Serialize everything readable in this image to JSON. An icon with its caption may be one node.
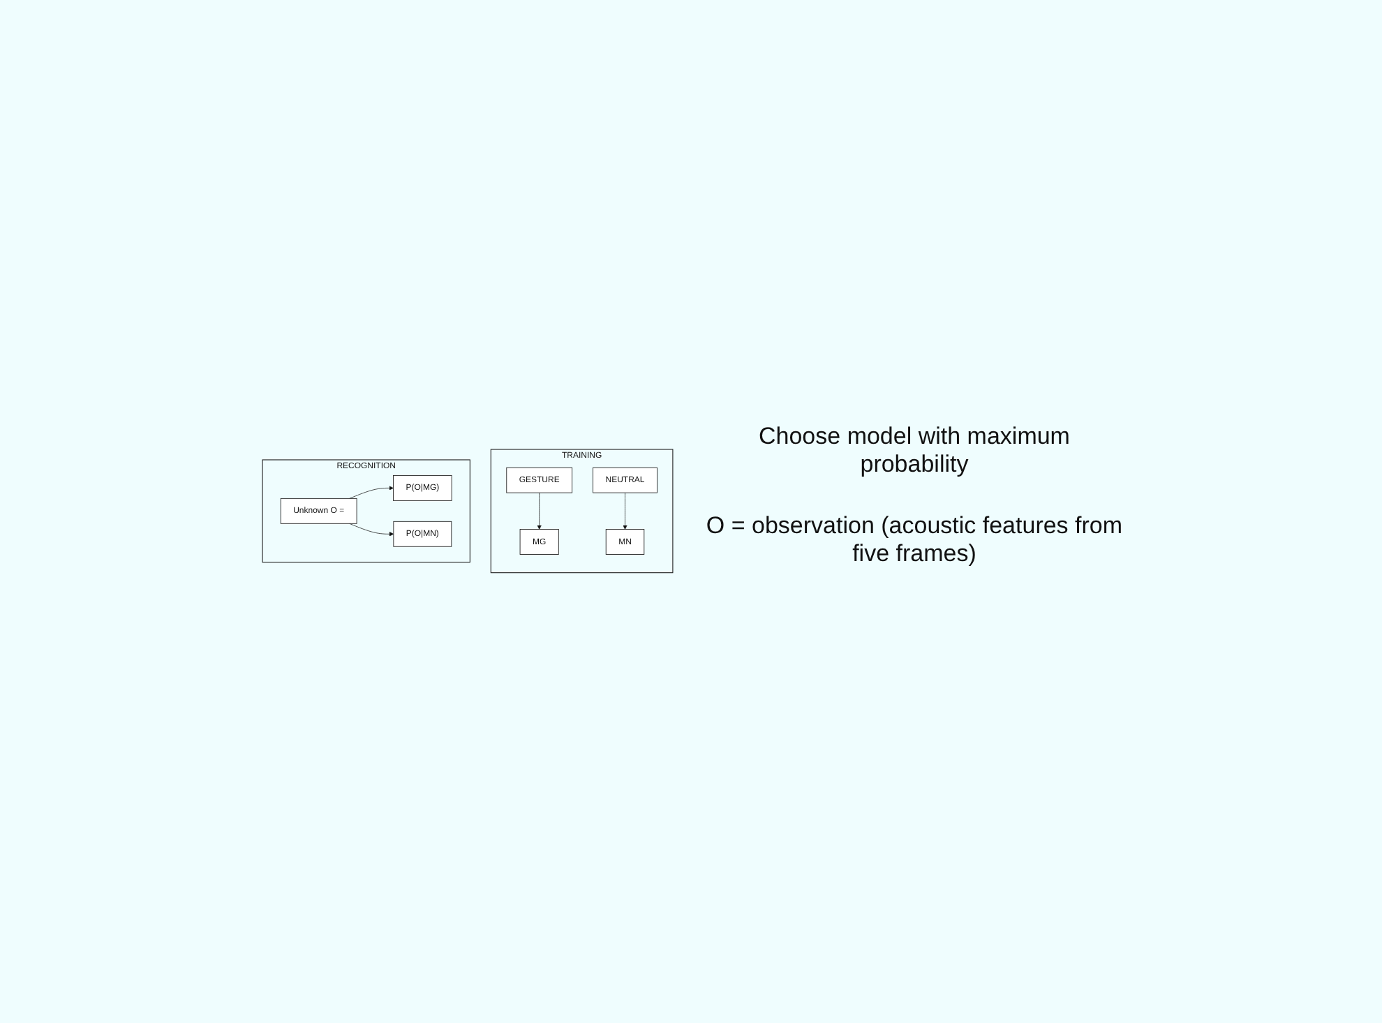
{
  "diagram": {
    "nodes": [
      {
        "text": [
          "TRAINING"
        ]
      },
      {
        "text": [
          "GESTURE"
        ],
        "in": 0
      },
      {
        "text": [
          "NEUTRAL"
        ],
        "in": 0
      },
      {
        "text": [
          "MG"
        ],
        "in": 0
      },
      {
        "text": [
          "MN"
        ],
        "in": 0
      },
      {
        "text": [
          "RECOGNITION"
        ]
      },
      {
        "text": [
          "Unknown O ="
        ],
        "in": 5
      },
      {
        "text": [
          "P(O|MG)"
        ],
        "in": 5
      },
      {
        "text": [
          "P(O|MN)"
        ],
        "in": 5
      }
    ],
    "edges": [
      {
        "from": 1,
        "to": 3,
        "arrow": "to"
      },
      {
        "from": 2,
        "to": 4,
        "arrow": "to"
      },
      {
        "from": 6,
        "to": 7,
        "arrow": "to"
      },
      {
        "from": 6,
        "to": 8,
        "arrow": "to"
      }
    ],
    "labels": [
      "Choose model with maximum probability",
      "O = observation (acoustic features from five frames)"
    ]
  }
}
